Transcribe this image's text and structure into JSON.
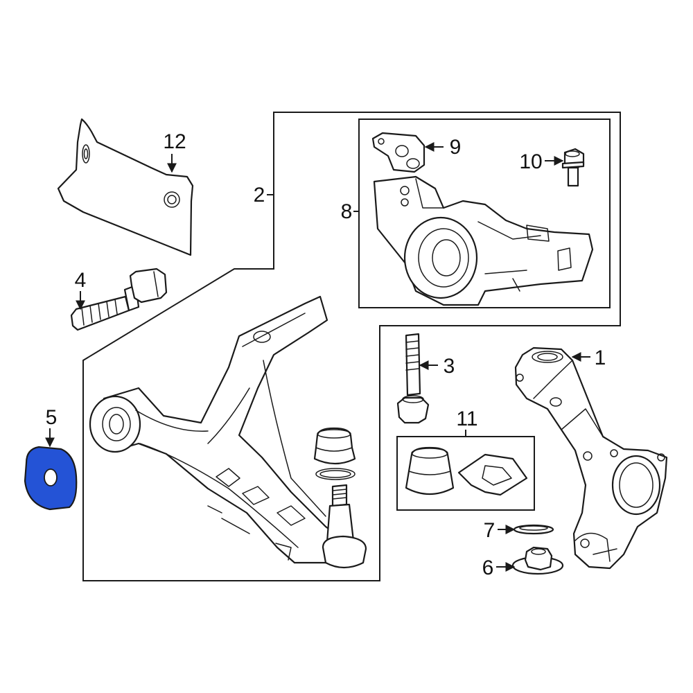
{
  "callouts": {
    "c1": "1",
    "c2": "2",
    "c3": "3",
    "c4": "4",
    "c5": "5",
    "c6": "6",
    "c7": "7",
    "c8": "8",
    "c9": "9",
    "c10": "10",
    "c11": "11",
    "c12": "12"
  },
  "highlight": {
    "part": "5",
    "color": "#2453d6"
  },
  "colors": {
    "line": "#1a1a1a",
    "background": "#ffffff"
  }
}
